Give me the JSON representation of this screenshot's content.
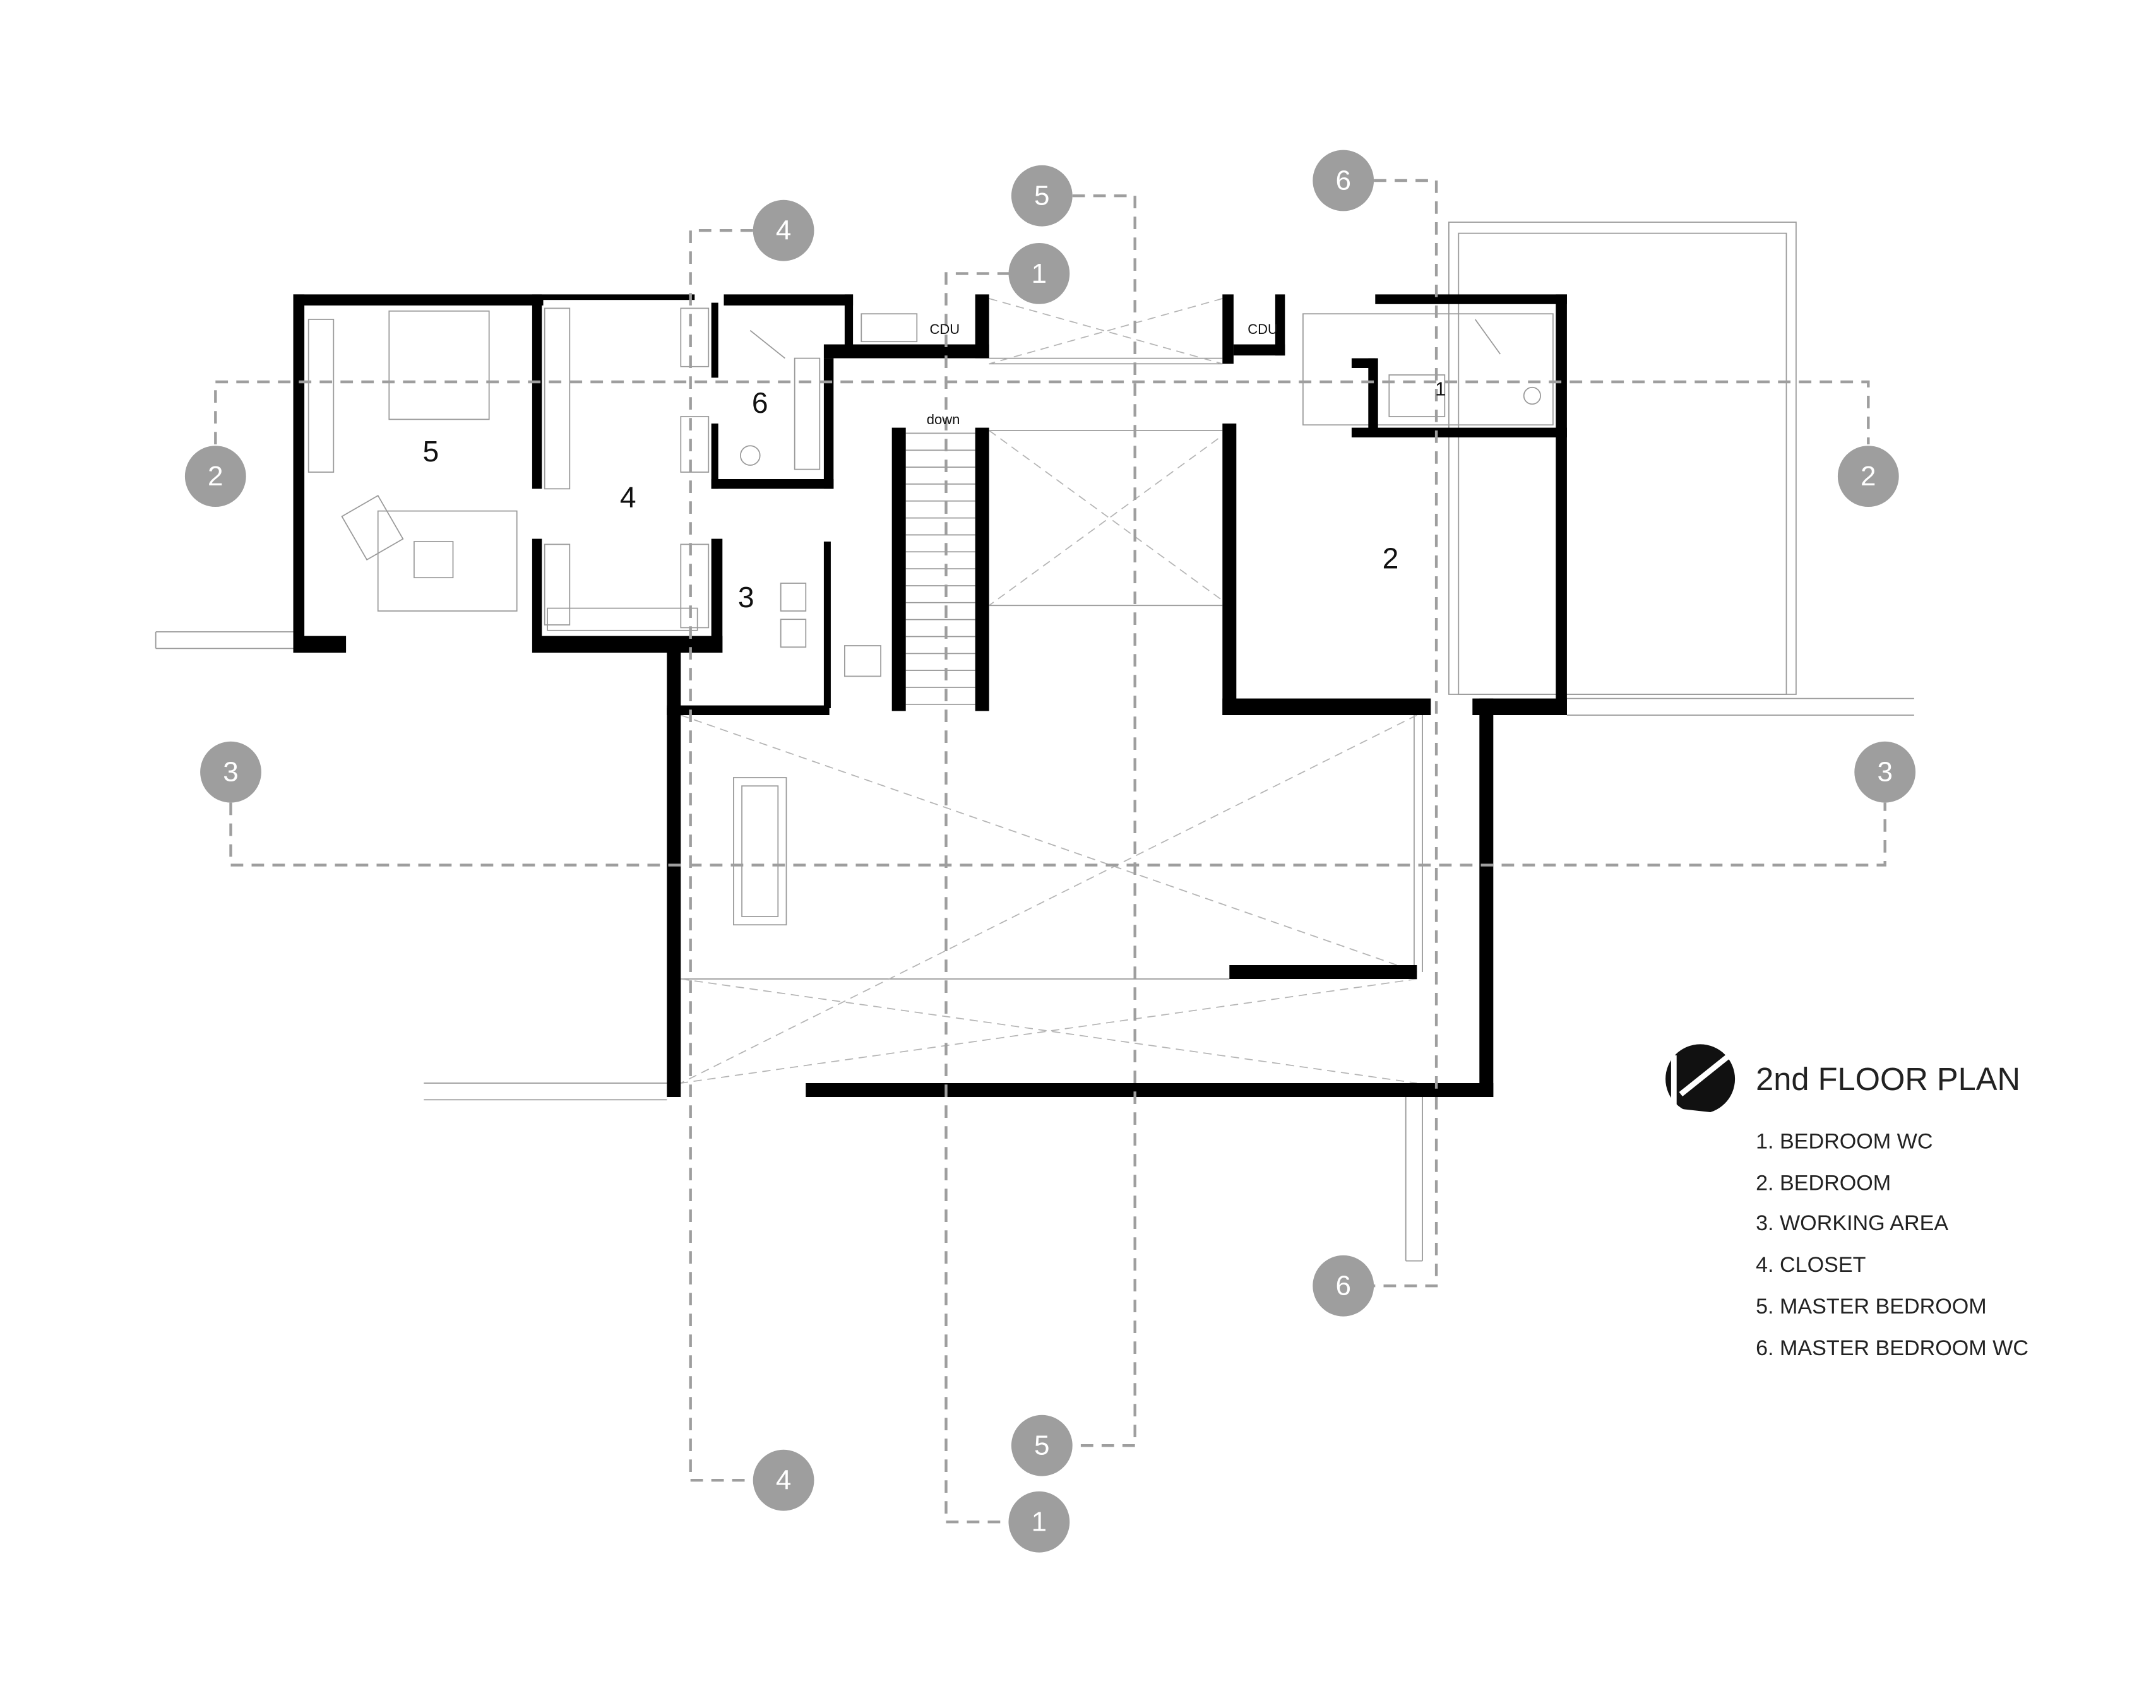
{
  "legend": {
    "title": "2nd FLOOR PLAN",
    "items": [
      "1. BEDROOM WC",
      "2. BEDROOM",
      "3. WORKING AREA",
      "4. CLOSET",
      "5. MASTER BEDROOM",
      "6. MASTER BEDROOM WC"
    ]
  },
  "rooms": {
    "r1": "1",
    "r2": "2",
    "r3": "3",
    "r4": "4",
    "r5": "5",
    "r6": "6"
  },
  "labels": {
    "cdu_left": "CDU",
    "cdu_right": "CDU",
    "stairs": "down"
  },
  "sections": {
    "s1": "1",
    "s2": "2",
    "s3": "3",
    "s4": "4",
    "s5": "5",
    "s6": "6"
  },
  "colors": {
    "wall": "#000000",
    "section_marker": "#9e9e9e"
  }
}
